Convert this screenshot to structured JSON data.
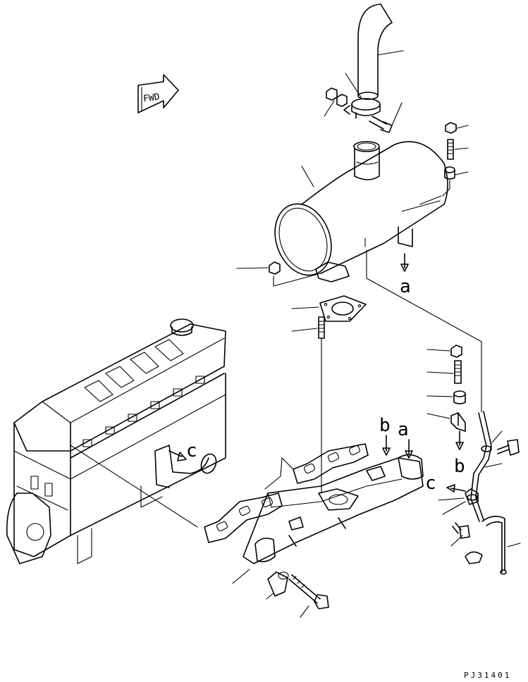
{
  "forward_marker": {
    "label": "FWD"
  },
  "callouts": {
    "a_muffler_outlet": "a",
    "a_manifold": "a",
    "b_bracket": "b",
    "b_manifold": "b",
    "c_engine": "c",
    "c_pipe": "c"
  },
  "drawing_code": "PJ31401"
}
